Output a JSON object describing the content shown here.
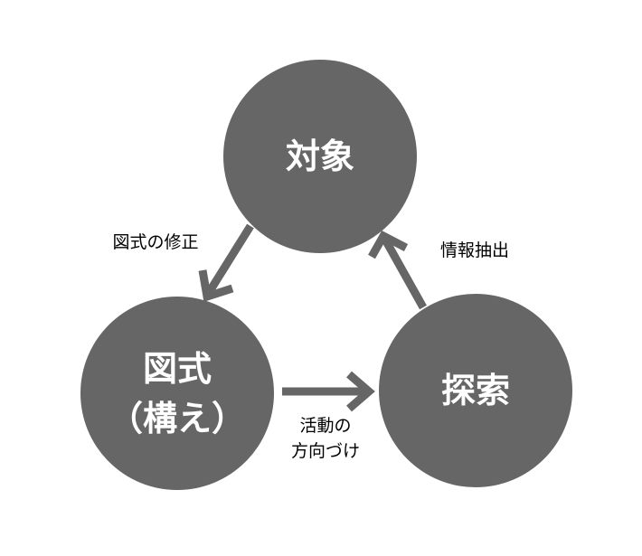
{
  "nodes": {
    "object": {
      "label": "対象"
    },
    "diagram": {
      "line1": "図式",
      "line2": "（構え）"
    },
    "exploration": {
      "label": "探索"
    }
  },
  "edges": {
    "object_to_diagram": {
      "label": "図式の修正"
    },
    "diagram_to_exploration": {
      "line1": "活動の",
      "line2": "方向づけ"
    },
    "exploration_to_object": {
      "label": "情報抽出"
    }
  },
  "colors": {
    "node": "#666666",
    "arrow": "#666666",
    "node_text": "#ffffff",
    "label_text": "#000000"
  }
}
